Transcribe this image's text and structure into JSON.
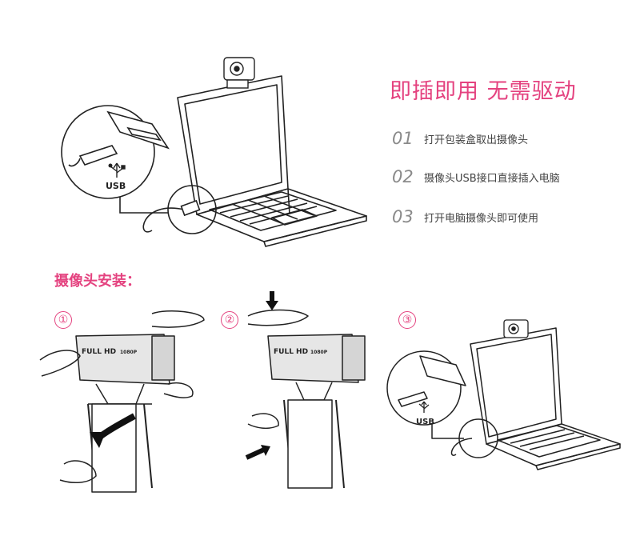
{
  "headline": "即插即用 无需驱动",
  "steps": [
    {
      "num": "01",
      "text": "打开包装盒取出摄像头"
    },
    {
      "num": "02",
      "text": "摄像头USB接口直接插入电脑"
    },
    {
      "num": "03",
      "text": "打开电脑摄像头即可使用"
    }
  ],
  "install": {
    "title": "摄像头安装：",
    "markers": [
      "①",
      "②",
      "③"
    ]
  },
  "labels": {
    "usb": "USB",
    "camera_brand": "FULL HD",
    "camera_res": "1080P"
  },
  "colors": {
    "accent": "#e4427f",
    "line": "#222222"
  },
  "icons": [
    "usb-icon",
    "laptop-icon",
    "webcam-icon",
    "arrow-down-icon",
    "arrow-curved-icon",
    "hand-icon"
  ]
}
